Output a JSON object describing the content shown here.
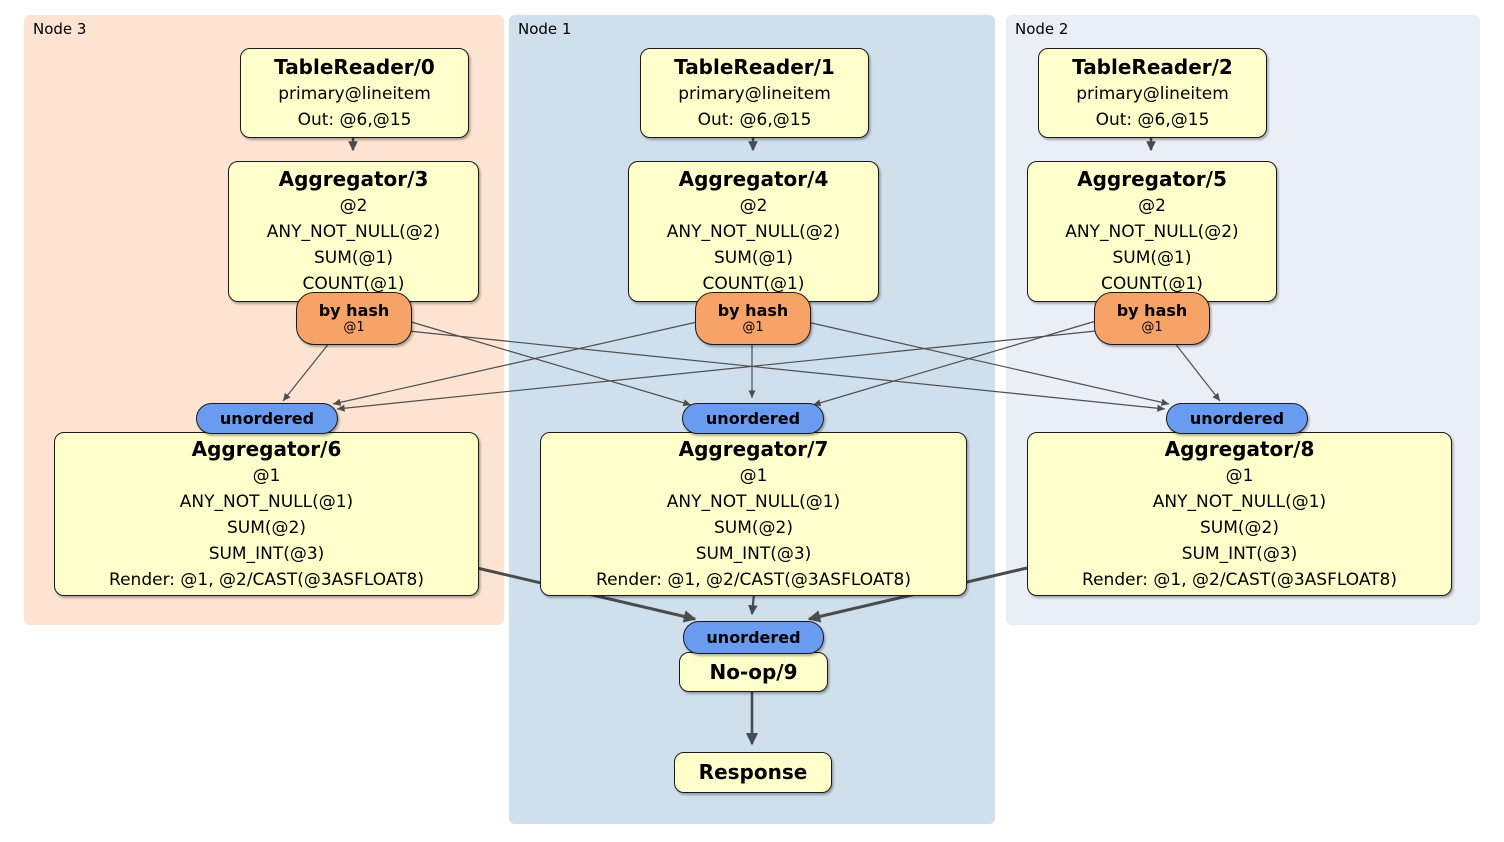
{
  "regions": {
    "node3": {
      "label": "Node 3"
    },
    "node1": {
      "label": "Node 1"
    },
    "node2": {
      "label": "Node 2"
    }
  },
  "processors": {
    "tablereader0": {
      "title": "TableReader/0",
      "lines": [
        "primary@lineitem",
        "Out: @6,@15"
      ]
    },
    "tablereader1": {
      "title": "TableReader/1",
      "lines": [
        "primary@lineitem",
        "Out: @6,@15"
      ]
    },
    "tablereader2": {
      "title": "TableReader/2",
      "lines": [
        "primary@lineitem",
        "Out: @6,@15"
      ]
    },
    "aggregator3": {
      "title": "Aggregator/3",
      "lines": [
        "@2",
        "ANY_NOT_NULL(@2)",
        "SUM(@1)",
        "COUNT(@1)"
      ]
    },
    "aggregator4": {
      "title": "Aggregator/4",
      "lines": [
        "@2",
        "ANY_NOT_NULL(@2)",
        "SUM(@1)",
        "COUNT(@1)"
      ]
    },
    "aggregator5": {
      "title": "Aggregator/5",
      "lines": [
        "@2",
        "ANY_NOT_NULL(@2)",
        "SUM(@1)",
        "COUNT(@1)"
      ]
    },
    "aggregator6": {
      "title": "Aggregator/6",
      "lines": [
        "@1",
        "ANY_NOT_NULL(@1)",
        "SUM(@2)",
        "SUM_INT(@3)",
        "Render: @1, @2/CAST(@3ASFLOAT8)"
      ]
    },
    "aggregator7": {
      "title": "Aggregator/7",
      "lines": [
        "@1",
        "ANY_NOT_NULL(@1)",
        "SUM(@2)",
        "SUM_INT(@3)",
        "Render: @1, @2/CAST(@3ASFLOAT8)"
      ]
    },
    "aggregator8": {
      "title": "Aggregator/8",
      "lines": [
        "@1",
        "ANY_NOT_NULL(@1)",
        "SUM(@2)",
        "SUM_INT(@3)",
        "Render: @1, @2/CAST(@3ASFLOAT8)"
      ]
    },
    "noop9": {
      "title": "No-op/9"
    },
    "response": {
      "title": "Response"
    }
  },
  "routers": {
    "hash3": {
      "label": "by hash",
      "columns": "@1"
    },
    "hash4": {
      "label": "by hash",
      "columns": "@1"
    },
    "hash5": {
      "label": "by hash",
      "columns": "@1"
    }
  },
  "streams": {
    "unordered6": {
      "label": "unordered"
    },
    "unordered7": {
      "label": "unordered"
    },
    "unordered8": {
      "label": "unordered"
    },
    "unordered9": {
      "label": "unordered"
    }
  },
  "colors": {
    "node3_bg": "#fce3d2",
    "node1_bg": "#cfdfec",
    "node2_bg": "#eaeef7",
    "processor_fill": "#ffffcc",
    "router_fill": "#f7a267",
    "stream_fill": "#699cf1",
    "node_border": "#1a1a1a",
    "edge": "#4a4b4d"
  }
}
